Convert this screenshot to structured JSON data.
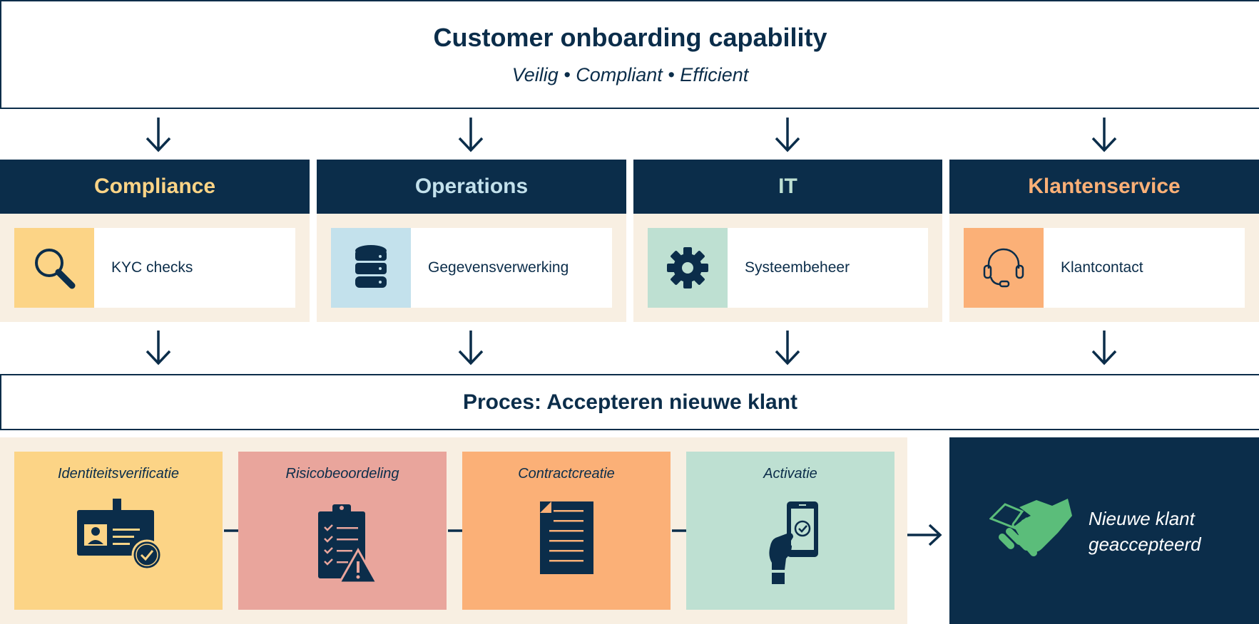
{
  "header": {
    "title": "Customer onboarding capability",
    "subtitle": "Veilig • Compliant • Efficient"
  },
  "columns": [
    {
      "title": "Compliance",
      "title_color": "#fcd486",
      "capability": "KYC checks",
      "icon": "magnifier-icon",
      "icon_bg": "#fcd486"
    },
    {
      "title": "Operations",
      "title_color": "#c3e1ec",
      "capability": "Gegevensverwerking",
      "icon": "database-icon",
      "icon_bg": "#c3e1ec"
    },
    {
      "title": "IT",
      "title_color": "#bee0d2",
      "capability": "Systeembeheer",
      "icon": "gear-icon",
      "icon_bg": "#bee0d2"
    },
    {
      "title": "Klantenservice",
      "title_color": "#fbb077",
      "capability": "Klantcontact",
      "icon": "headset-icon",
      "icon_bg": "#fbb077"
    }
  ],
  "process": {
    "title": "Proces: Accepteren nieuwe klant",
    "steps": [
      {
        "label": "Identiteitsverificatie",
        "icon": "id-card-check-icon",
        "bg": "#fcd486"
      },
      {
        "label": "Risicobeoordeling",
        "icon": "clipboard-warning-icon",
        "bg": "#e9a59c"
      },
      {
        "label": "Contractcreatie",
        "icon": "document-icon",
        "bg": "#fbb077"
      },
      {
        "label": "Activatie",
        "icon": "phone-check-icon",
        "bg": "#bee0d2"
      }
    ],
    "result": {
      "label": "Nieuwe klant geaccepteerd",
      "icon": "handshake-icon"
    }
  },
  "colors": {
    "navy": "#0b2d4a",
    "cream": "#f8efe2",
    "green": "#5bbd7a"
  }
}
